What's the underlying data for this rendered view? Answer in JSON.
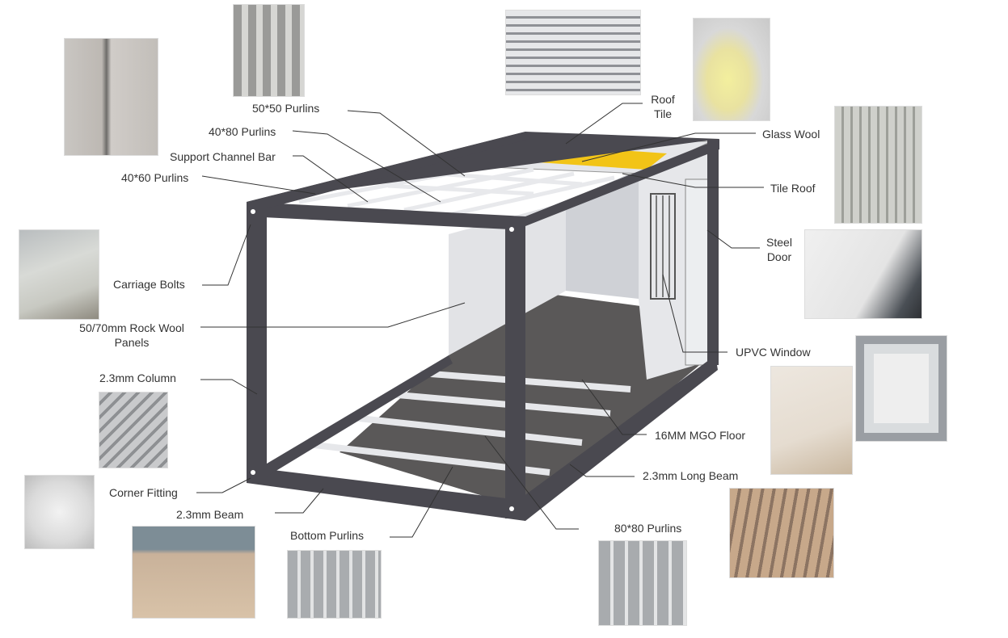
{
  "labels": {
    "purlins_50x50": "50*50 Purlins",
    "purlins_40x80": "40*80 Purlins",
    "support_channel_bar": "Support Channel Bar",
    "purlins_40x60": "40*60 Purlins",
    "roof_tile_1": "Roof",
    "roof_tile_2": "Tile",
    "glass_wool": "Glass Wool",
    "tile_roof": "Tile Roof",
    "steel_door_1": "Steel",
    "steel_door_2": "Door",
    "carriage_bolts": "Carriage Bolts",
    "rock_wool_1": "50/70mm Rock Wool",
    "rock_wool_2": "Panels",
    "upvc_window": "UPVC Window",
    "column": "2.3mm Column",
    "mgo_floor": "16MM MGO Floor",
    "long_beam": "2.3mm Long Beam",
    "corner_fitting": "Corner Fitting",
    "beam": "2.3mm Beam",
    "bottom_purlins": "Bottom Purlins",
    "purlins_80x80": "80*80 Purlins"
  },
  "colors": {
    "frame": "#4a4950",
    "panel": "#dcdde2",
    "floor": "#5a5858",
    "glass_wool": "#f2c417",
    "purlin": "#e8e9ec"
  }
}
